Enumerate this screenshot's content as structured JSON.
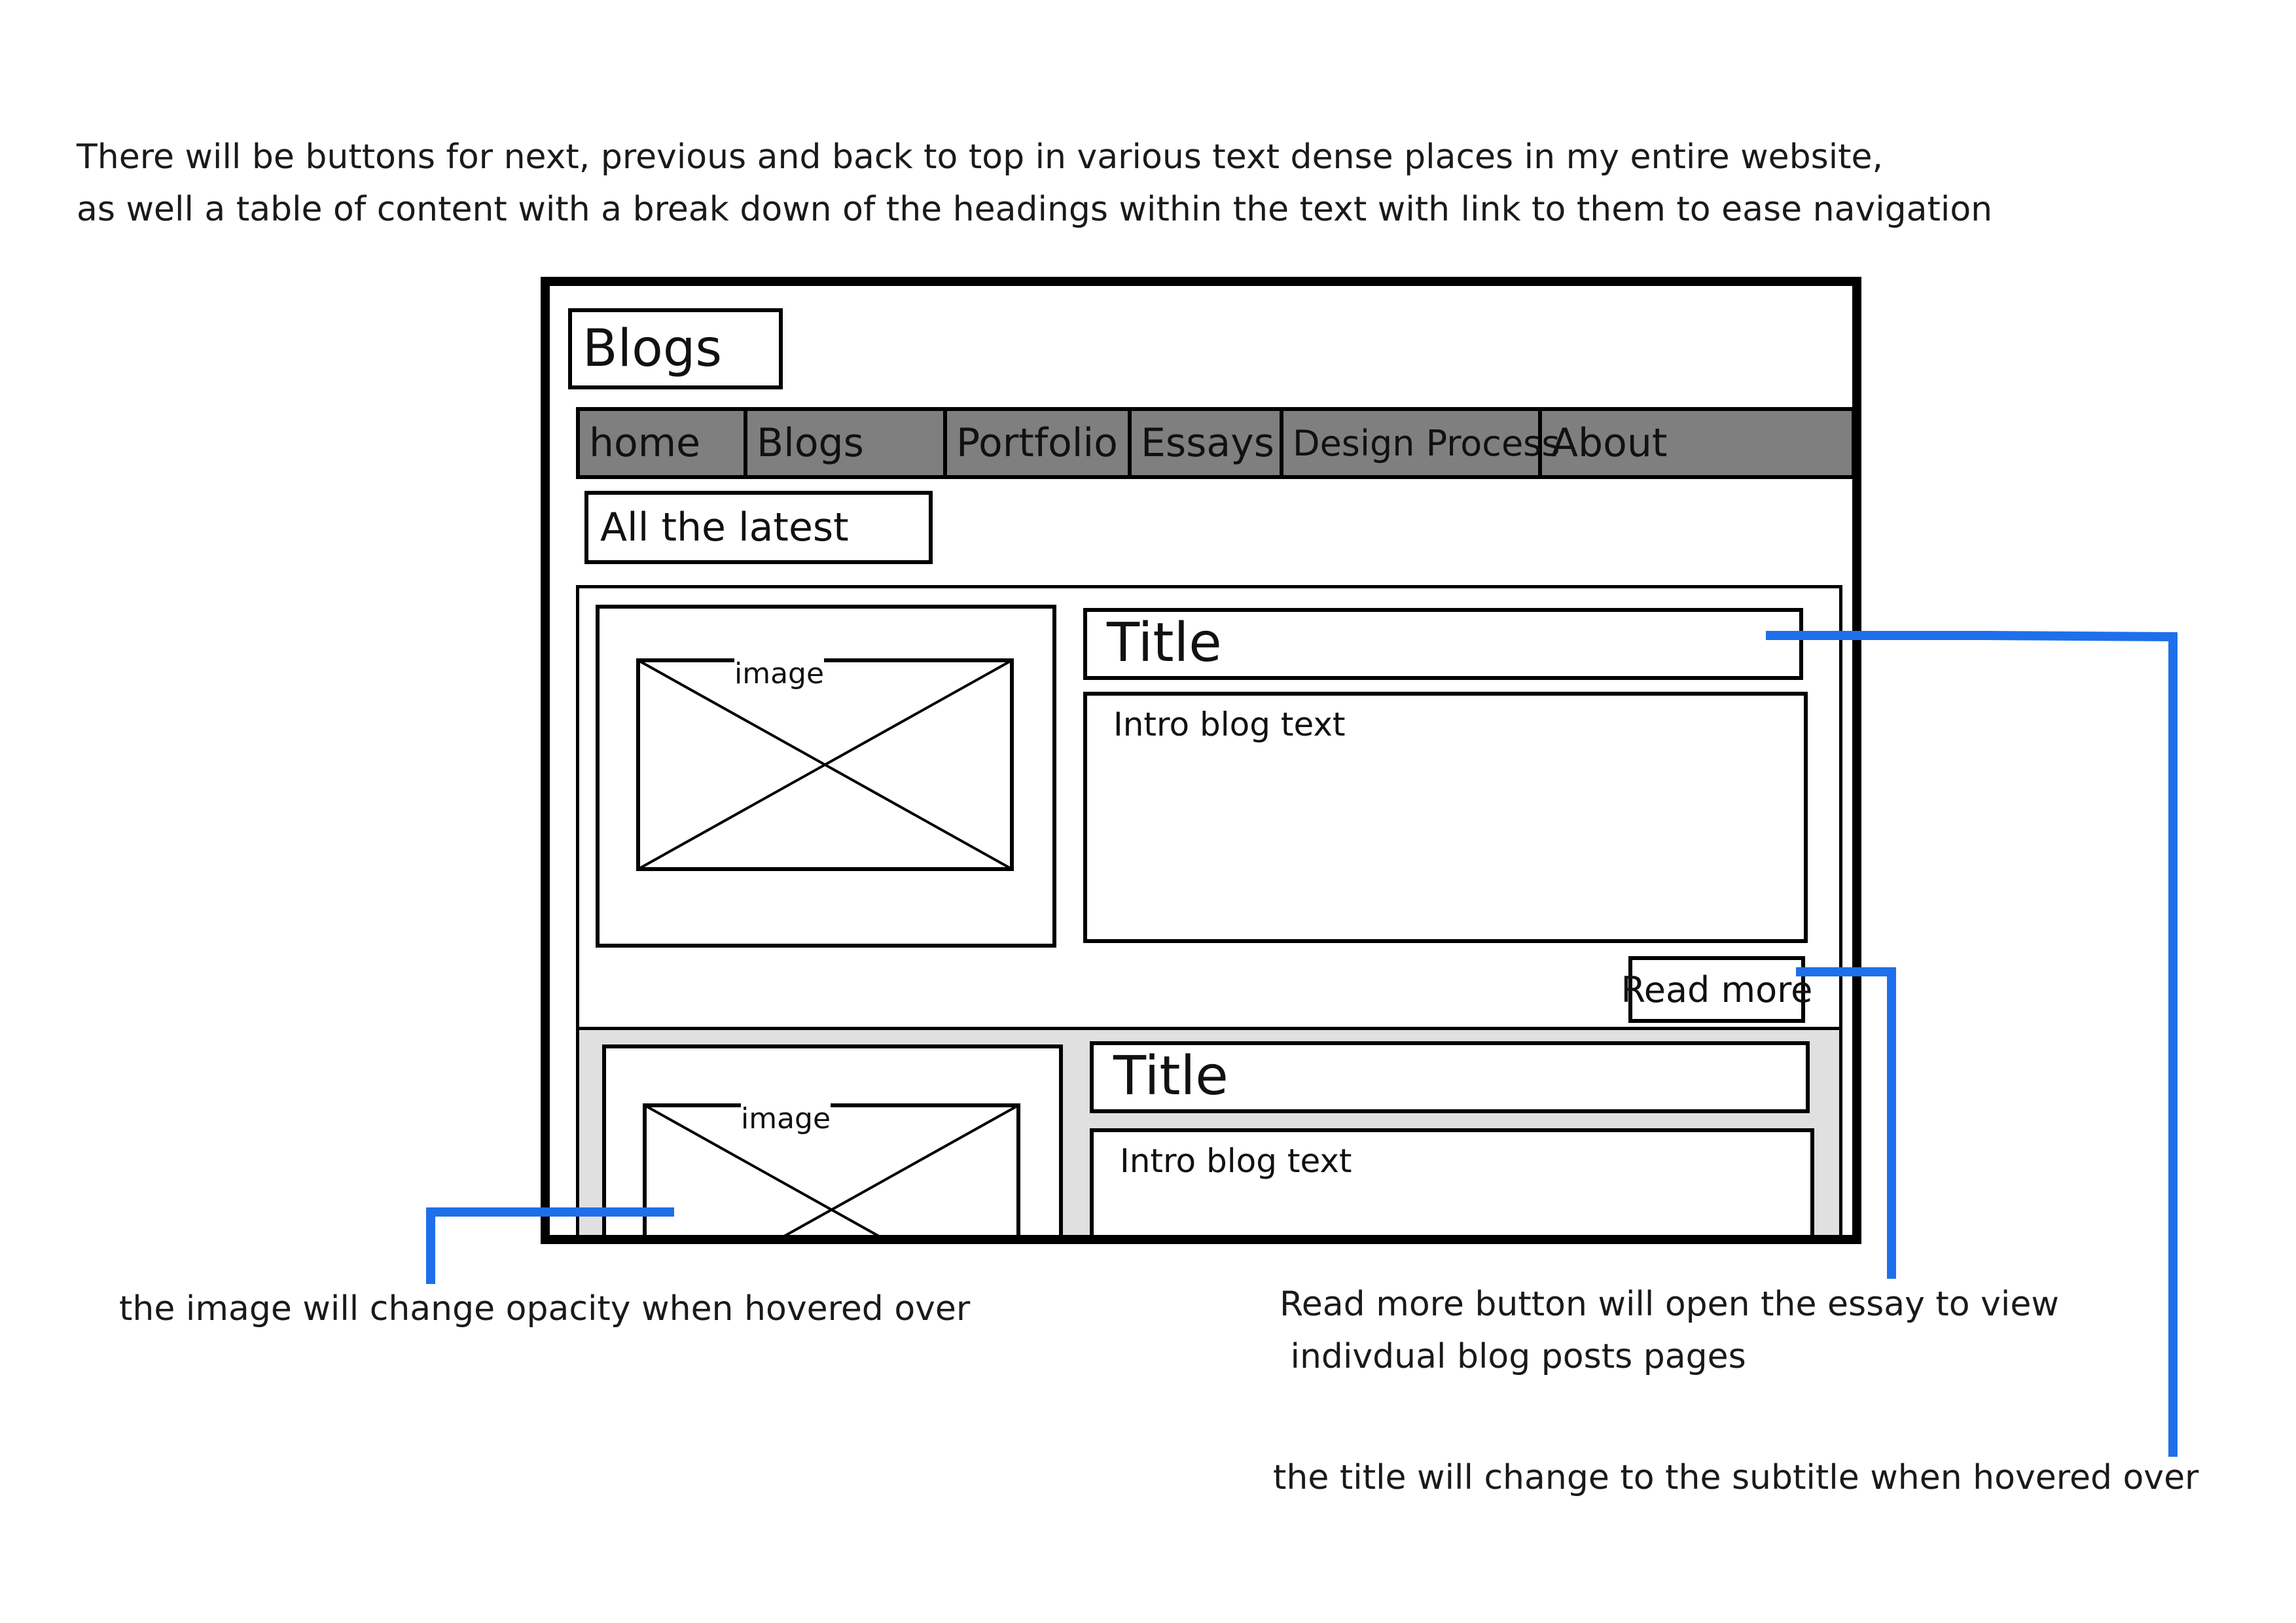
{
  "notes": {
    "top_line1": "There will be buttons for next, previous and back to top in various text dense places in my entire website,",
    "top_line2": "as well a table of content with a break down of the headings within the text with link to them to ease navigation",
    "image_hover": "the image will change opacity when hovered over",
    "read_more_line1": "Read more button will open the essay to view",
    "read_more_line2": " indivdual blog posts pages",
    "title_hover": "the title will change to the subtitle when hovered over"
  },
  "wireframe": {
    "page_title": "Blogs",
    "nav": [
      "home",
      "Blogs",
      "Portfolio",
      "Essays",
      "Design Process",
      "About"
    ],
    "section_heading": "All the latest",
    "posts": [
      {
        "image_label": "image",
        "title": "Title",
        "intro": "Intro  blog text",
        "read_more": "Read more"
      },
      {
        "image_label": "image",
        "title": "Title",
        "intro": "Intro  blog text"
      }
    ]
  },
  "colors": {
    "callout": "#1f6fea",
    "nav_background": "#7f7f7f",
    "second_card_background": "#e0e0e0"
  }
}
